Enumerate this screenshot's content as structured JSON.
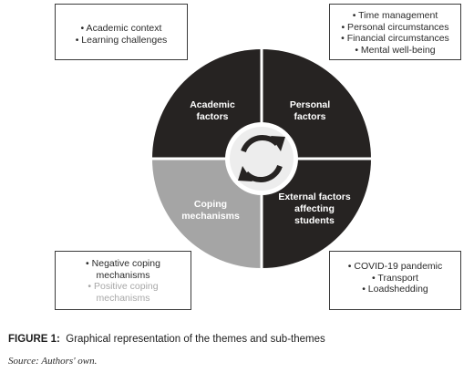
{
  "colors": {
    "dark_quadrant": "#262322",
    "coping_quadrant": "#a5a5a5",
    "inner_circle": "#ededed",
    "arrow": "#262322",
    "text_on_dark": "#ffffff",
    "text_on_gray": "#ffffff"
  },
  "quadrants": {
    "top_left": {
      "line1": "Academic",
      "line2": "factors"
    },
    "top_right": {
      "line1": "Personal",
      "line2": "factors"
    },
    "bottom_left": {
      "line1": "Coping",
      "line2": "mechanisms"
    },
    "bottom_right": {
      "line1": "External factors",
      "line2": "affecting",
      "line3": "students"
    }
  },
  "boxes": {
    "top_left": {
      "items": [
        "• Academic context",
        "• Learning challenges"
      ]
    },
    "top_right": {
      "items": [
        "• Time management",
        "• Personal circumstances",
        "• Financial circumstances",
        "• Mental well-being"
      ]
    },
    "bottom_left": {
      "item1_line1": "• Negative coping",
      "item1_line2": "mechanisms",
      "item2_line1": "• Positive coping",
      "item2_line2": "mechanisms"
    },
    "bottom_right": {
      "items": [
        "• COVID-19 pandemic",
        "• Transport",
        "• Loadshedding"
      ]
    }
  },
  "center_icon": "cycle-arrows-icon",
  "caption": {
    "label": "FIGURE 1:",
    "text": "Graphical representation of the themes and sub-themes"
  },
  "source": "Source: Authors' own."
}
